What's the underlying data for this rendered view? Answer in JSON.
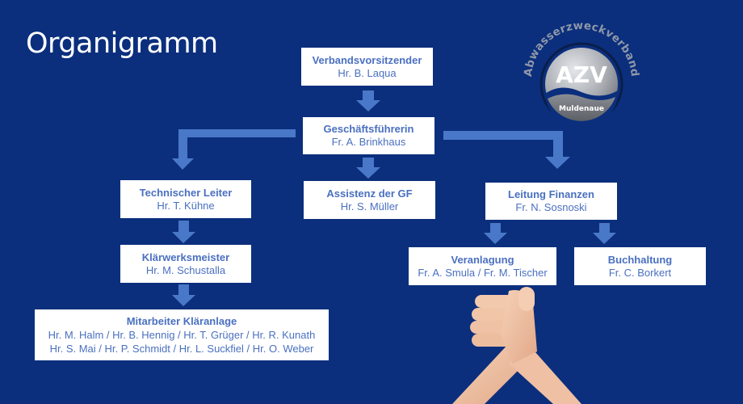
{
  "title": "Organigramm",
  "colors": {
    "background": "#0b2f7d",
    "box": "#ffffff",
    "text": "#4a70c0",
    "arrow": "#4a78c8"
  },
  "logo": {
    "arc_text": "Abwasserzweckverband",
    "acronym": "AZV",
    "subtitle": "Muldenaue"
  },
  "nodes": {
    "verbandsvorsitzender": {
      "role": "Verbandsvorsitzender",
      "name": "Hr. B. Laqua"
    },
    "geschaeftsfuehrerin": {
      "role": "Geschäftsführerin",
      "name": "Fr. A. Brinkhaus"
    },
    "technischer_leiter": {
      "role": "Technischer Leiter",
      "name": "Hr. T. Kühne"
    },
    "assistenz": {
      "role": "Assistenz der GF",
      "name": "Hr. S. Müller"
    },
    "leitung_finanzen": {
      "role": "Leitung Finanzen",
      "name": "Fr. N. Sosnoski"
    },
    "klaerwerksmeister": {
      "role": "Klärwerksmeister",
      "name": "Hr. M. Schustalla"
    },
    "veranlagung": {
      "role": "Veranlagung",
      "name": "Fr. A. Smula / Fr. M. Tischer"
    },
    "buchhaltung": {
      "role": "Buchhaltung",
      "name": "Fr. C. Borkert"
    },
    "mitarbeiter": {
      "role": "Mitarbeiter Kläranlage",
      "names_line1": "Hr. M. Halm / Hr. B. Hennig / Hr. T. Grüger / Hr. R. Kunath",
      "names_line2": "Hr. S. Mai / Hr. P. Schmidt / Hr. L. Suckfiel / Hr. O. Weber"
    }
  },
  "image": {
    "description": "handshake-hands"
  }
}
